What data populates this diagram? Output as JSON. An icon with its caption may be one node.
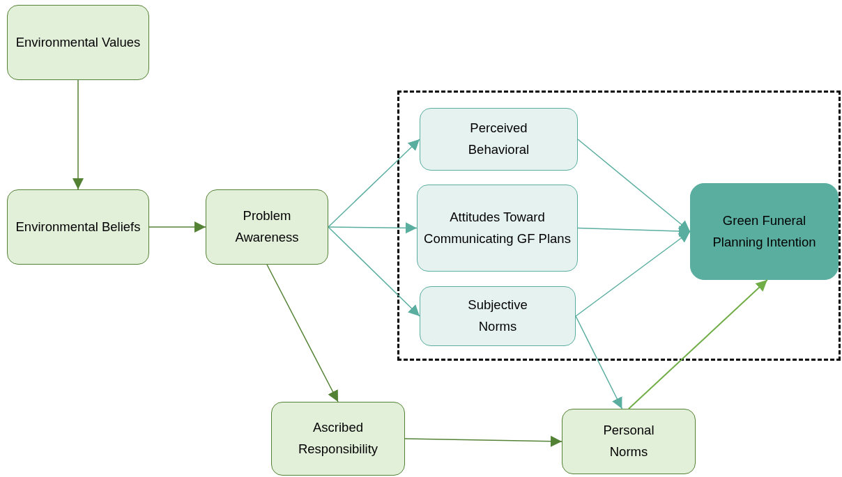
{
  "diagram": {
    "nodes": [
      {
        "text": [
          "Environmental Values"
        ]
      },
      {
        "text": [
          "Environmental Beliefs"
        ]
      },
      {
        "text": [
          "Problem Awareness"
        ]
      },
      {
        "text": [],
        "shape": "box"
      },
      {
        "text": [
          "Perceived Behavioral"
        ],
        "in": 3
      },
      {
        "text": [
          "Attitudes Toward Communicating GF Plans"
        ],
        "in": 3
      },
      {
        "text": [
          "Subjective Norms"
        ],
        "in": 3
      },
      {
        "text": [
          "Green Funeral Planning Intention"
        ],
        "in": 3
      },
      {
        "text": [
          "Ascribed Responsibility"
        ]
      },
      {
        "text": [
          "Personal Norms"
        ]
      }
    ],
    "edges": [
      {
        "from": 0,
        "to": 1,
        "arrow": "to",
        "color": "#548235"
      },
      {
        "from": 1,
        "to": 2,
        "arrow": "to",
        "color": "#548235"
      },
      {
        "from": 2,
        "to": 4,
        "arrow": "to"
      },
      {
        "from": 2,
        "to": 5,
        "arrow": "to"
      },
      {
        "from": 2,
        "to": 6,
        "arrow": "to"
      },
      {
        "from": 4,
        "to": 7,
        "arrow": "to"
      },
      {
        "from": 5,
        "to": 7,
        "arrow": "to"
      },
      {
        "from": 6,
        "to": 7,
        "arrow": "to"
      },
      {
        "from": 2,
        "to": 8,
        "arrow": "to",
        "color": "#548235"
      },
      {
        "from": 8,
        "to": 9,
        "arrow": "to",
        "color": "#548235"
      },
      {
        "from": 6,
        "to": 9,
        "arrow": "to"
      },
      {
        "from": 9,
        "to": 7,
        "arrow": "to",
        "color": "#70ad47"
      }
    ]
  }
}
